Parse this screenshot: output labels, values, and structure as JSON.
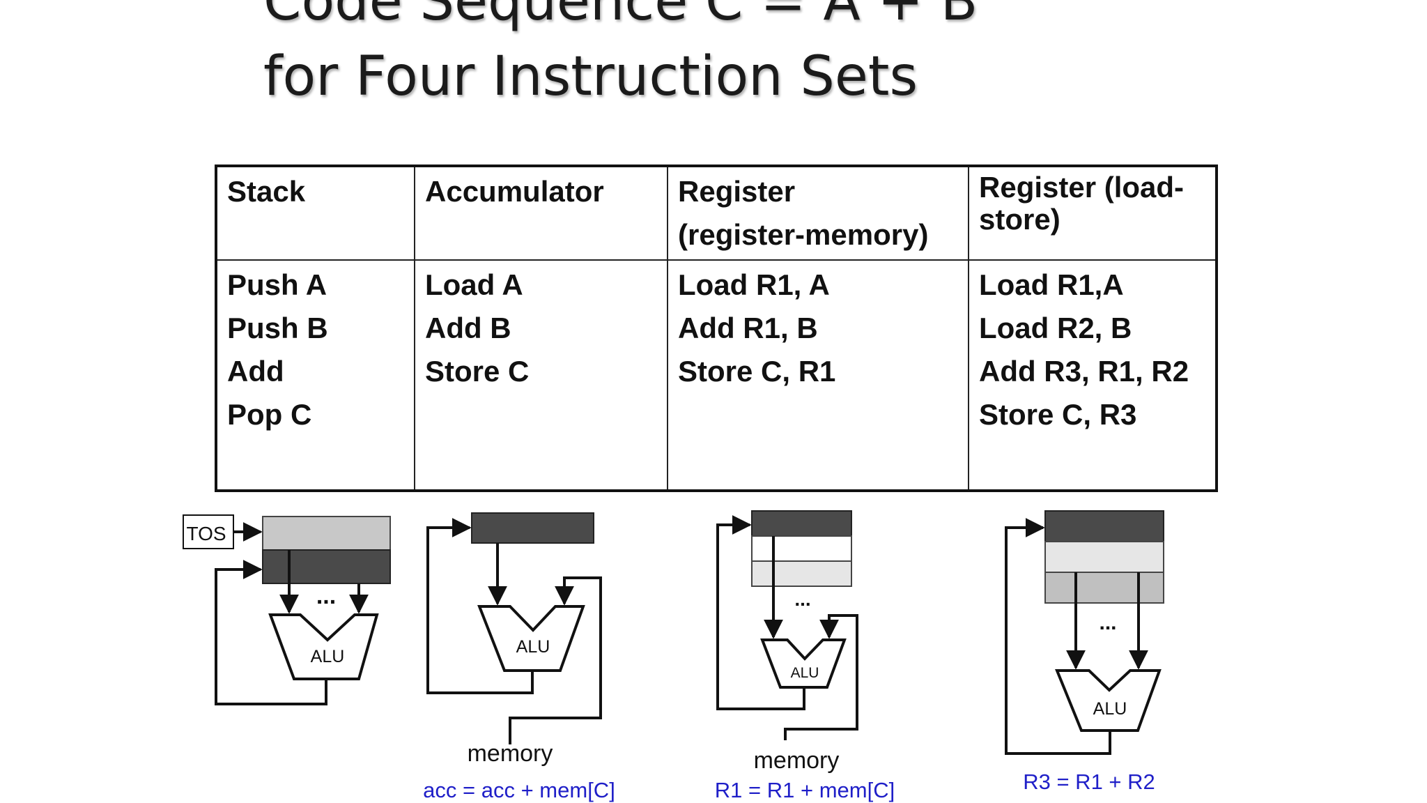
{
  "title": {
    "line1": "Code Sequence  C = A + B",
    "line2": "for Four Instruction Sets"
  },
  "table": {
    "columns": [
      {
        "header": [
          "Stack"
        ],
        "code": [
          "Push A",
          "Push B",
          "Add",
          "Pop C"
        ]
      },
      {
        "header": [
          "Accumulator"
        ],
        "code": [
          "Load A",
          "Add B",
          "Store C"
        ]
      },
      {
        "header": [
          "Register",
          "(register-memory)"
        ],
        "code": [
          "Load R1, A",
          "Add R1, B",
          "Store C, R1"
        ]
      },
      {
        "header": [
          "Register (load-",
          "store)"
        ],
        "code": [
          "Load R1,A",
          "Load R2, B",
          "Add R3, R1, R2",
          "Store C, R3"
        ]
      }
    ]
  },
  "diagrams": {
    "alu_label": "ALU",
    "ellipsis": "...",
    "stack": {
      "tos_label": "TOS"
    },
    "accumulator": {
      "memory_label": "memory",
      "equation": "acc =  acc + mem[C]"
    },
    "register_memory": {
      "memory_label": "memory",
      "equation": "R1 =  R1 + mem[C]"
    },
    "load_store": {
      "equation": "R3 =  R1 + R2"
    }
  },
  "colors": {
    "equation": "#1f1fc8",
    "dark_register": "#4a4a4a",
    "light_register": "#c8c8c8",
    "pale_register": "#e6e6e6"
  }
}
